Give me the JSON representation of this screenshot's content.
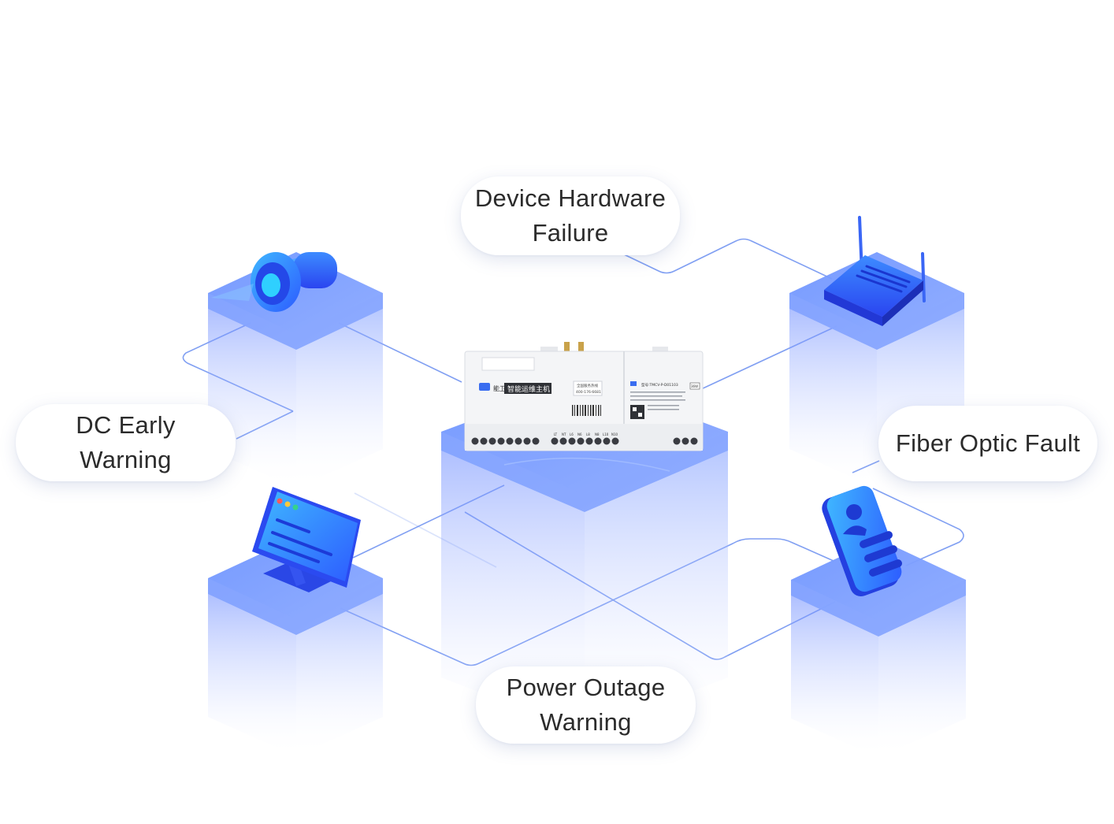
{
  "labels": {
    "device_hardware_failure": "Device Hardware\nFailure",
    "dc_early_warning": "DC Early\nWarning",
    "fiber_optic_fault": "Fiber Optic Fault",
    "power_outage_warning": "Power Outage\nWarning"
  },
  "host": {
    "brand": "能卫",
    "title": "智能运维主机",
    "hotline_label": "全国服务热线",
    "hotline": "400-176-6681",
    "model": "型号:TMCV-P-D01103",
    "power_rating": "36W",
    "port_labels": [
      "LT",
      "NT",
      "L6",
      "N6",
      "L8",
      "N8",
      "L10",
      "N10"
    ]
  },
  "colors": {
    "accent": "#3a6df0",
    "line": "#5b84ee",
    "cube_top": "#7b9dff",
    "host_body": "#f4f5f7"
  },
  "icons": [
    "camera-icon",
    "router-icon",
    "monitor-icon",
    "phone-icon",
    "host-device-icon"
  ]
}
